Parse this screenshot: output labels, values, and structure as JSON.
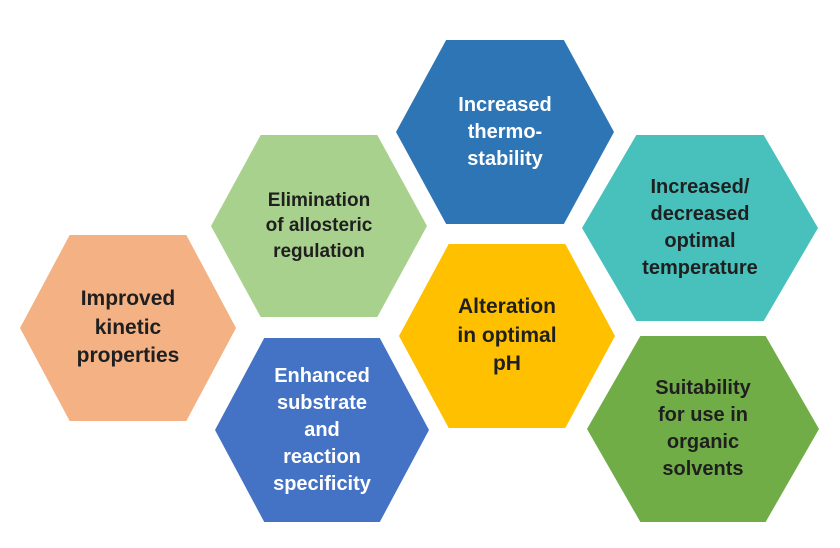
{
  "diagram": {
    "hexagons": [
      {
        "id": "increased-thermostability",
        "label": "Increased\nthermo-\nstability",
        "fill": "#2E75B6",
        "text_color": "#ffffff"
      },
      {
        "id": "elimination-allosteric-regulation",
        "label": "Elimination\nof allosteric\nregulation",
        "fill": "#A9D18E",
        "text_color": "#1f1f1f"
      },
      {
        "id": "increased-decreased-optimal-temperature",
        "label": "Increased/\ndecreased\noptimal\ntemperature",
        "fill": "#48C1BD",
        "text_color": "#1f1f1f"
      },
      {
        "id": "improved-kinetic-properties",
        "label": "Improved\nkinetic\nproperties",
        "fill": "#F4B183",
        "text_color": "#1f1f1f"
      },
      {
        "id": "alteration-optimal-ph",
        "label": "Alteration\nin optimal\npH",
        "fill": "#FFC000",
        "text_color": "#1f1f1f"
      },
      {
        "id": "enhanced-substrate-reaction-specificity",
        "label": "Enhanced\nsubstrate\nand\nreaction\nspecificity",
        "fill": "#4472C4",
        "text_color": "#ffffff"
      },
      {
        "id": "suitability-organic-solvents",
        "label": "Suitability\nfor use in\norganic\nsolvents",
        "fill": "#70AD47",
        "text_color": "#1f1f1f"
      }
    ]
  }
}
